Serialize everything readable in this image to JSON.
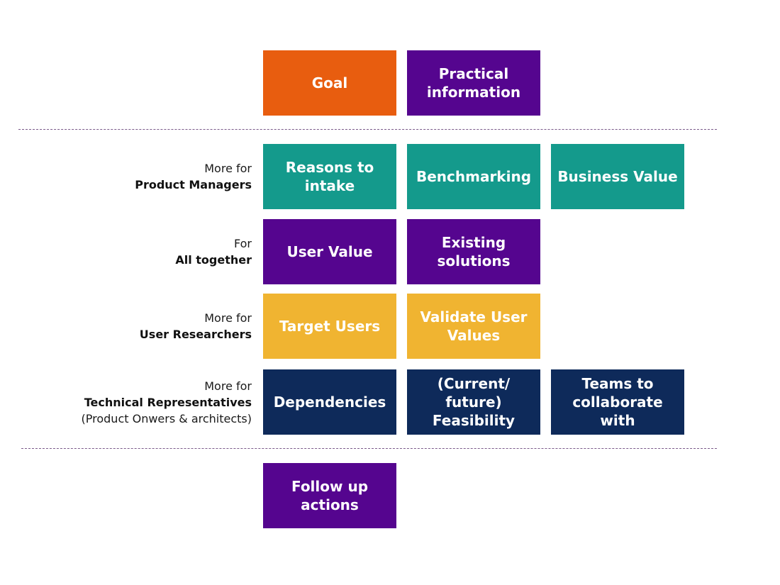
{
  "header": {
    "goal": "Goal",
    "practical_information": "Practical information"
  },
  "rows": {
    "product_managers": {
      "prefix": "More for",
      "audience": "Product Managers",
      "boxes": [
        "Reasons to intake",
        "Benchmarking",
        "Business Value"
      ]
    },
    "all_together": {
      "prefix": "For",
      "audience": "All together",
      "boxes": [
        "User Value",
        "Existing solutions"
      ]
    },
    "user_researchers": {
      "prefix": "More for",
      "audience": "User Researchers",
      "boxes": [
        "Target Users",
        "Validate User Values"
      ]
    },
    "technical": {
      "prefix": "More for",
      "audience": "Technical Representatives",
      "note": "(Product Onwers & architects)",
      "boxes": [
        "Dependencies",
        "(Current/ future) Feasibility",
        "Teams to collaborate with"
      ]
    }
  },
  "footer": {
    "follow_up": "Follow up actions"
  },
  "colors": {
    "orange": "#e85d0f",
    "purple": "#55058f",
    "teal": "#149a8c",
    "yellow": "#f0b431",
    "navy": "#0e2a5a",
    "divider": "#7a5a8a"
  }
}
